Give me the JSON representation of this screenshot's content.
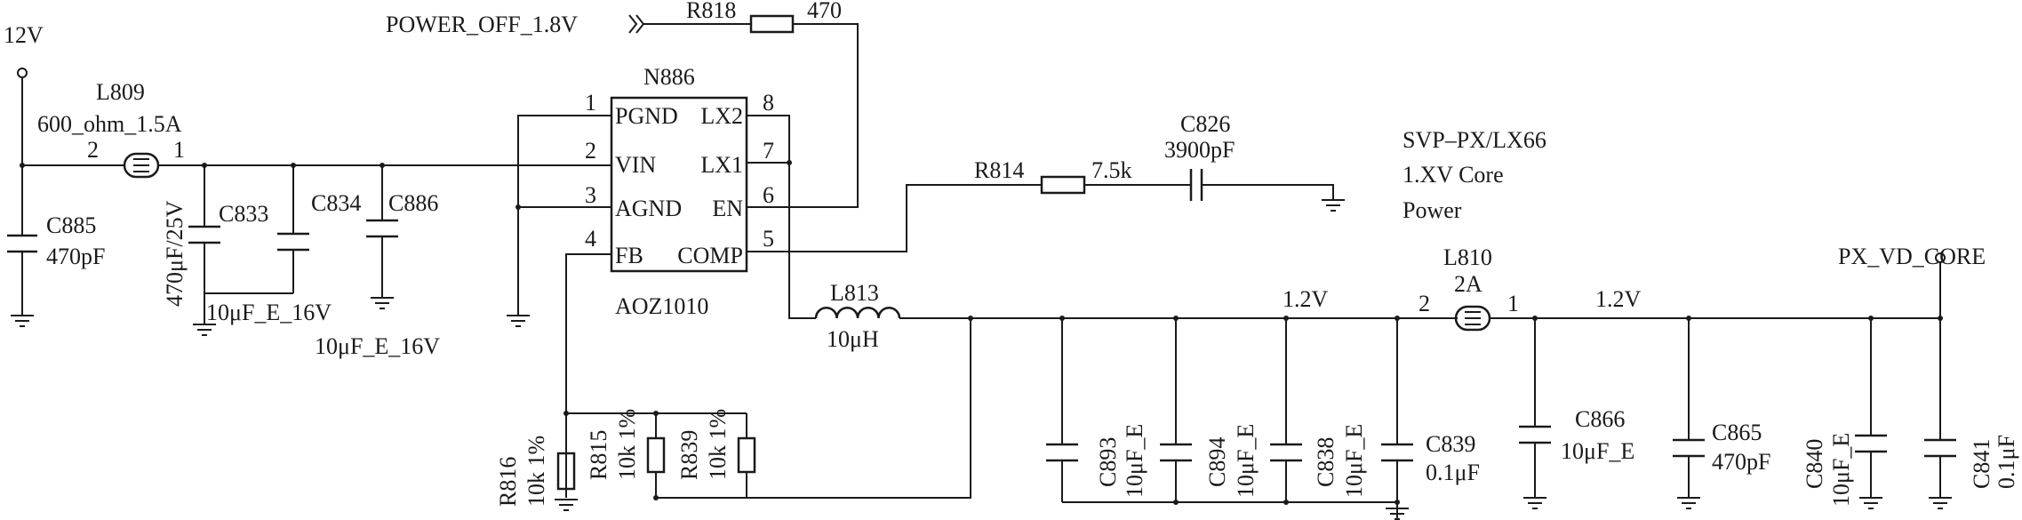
{
  "ic": {
    "ref": "N886",
    "part": "AOZ1010",
    "pins": [
      {
        "num": "1",
        "name": "PGND"
      },
      {
        "num": "2",
        "name": "VIN"
      },
      {
        "num": "3",
        "name": "AGND"
      },
      {
        "num": "4",
        "name": "FB"
      },
      {
        "num": "8",
        "name": "LX2"
      },
      {
        "num": "7",
        "name": "LX1"
      },
      {
        "num": "6",
        "name": "EN"
      },
      {
        "num": "5",
        "name": "COMP"
      }
    ]
  },
  "nets": {
    "input": "12V",
    "power_off": "POWER_OFF_1.8V",
    "output": "PX_VD_CORE",
    "v_out_1": "1.2V",
    "v_out_2": "1.2V"
  },
  "components": {
    "L809": {
      "ref": "L809",
      "value": "600_ohm_1.5A",
      "pin_left": "2",
      "pin_right": "1"
    },
    "C885": {
      "ref": "C885",
      "value": "470pF"
    },
    "C833_bulk": {
      "value": "470μF/25V"
    },
    "C833": {
      "ref": "C833"
    },
    "C834": {
      "ref": "C834",
      "value": "10μF_E_16V"
    },
    "C886": {
      "ref": "C886",
      "value": "10μF_E_16V"
    },
    "R818": {
      "ref": "R818",
      "value": "470"
    },
    "R814": {
      "ref": "R814",
      "value": "7.5k"
    },
    "C826": {
      "ref": "C826",
      "value": "3900pF"
    },
    "L813": {
      "ref": "L813",
      "value": "10μH"
    },
    "R816": {
      "ref": "R816",
      "value": "10k 1%"
    },
    "R815": {
      "ref": "R815",
      "value": "10k 1%"
    },
    "R839": {
      "ref": "R839",
      "value": "10k 1%"
    },
    "C893": {
      "ref": "C893",
      "value": "10μF_E"
    },
    "C894": {
      "ref": "C894",
      "value": "10μF_E"
    },
    "C838": {
      "ref": "C838",
      "value": "10μF_E"
    },
    "C839": {
      "ref": "C839",
      "value": "0.1μF"
    },
    "L810": {
      "ref": "L810",
      "value": "2A",
      "pin_left": "2",
      "pin_right": "1"
    },
    "C866": {
      "ref": "C866",
      "value": "10μF_E"
    },
    "C865": {
      "ref": "C865",
      "value": "470pF"
    },
    "C840": {
      "ref": "C840",
      "value": "10μF_E"
    },
    "C841": {
      "ref": "C841",
      "value": "0.1μF"
    }
  },
  "notes": [
    "SVP–PX/LX66",
    "1.XV Core",
    "Power"
  ]
}
